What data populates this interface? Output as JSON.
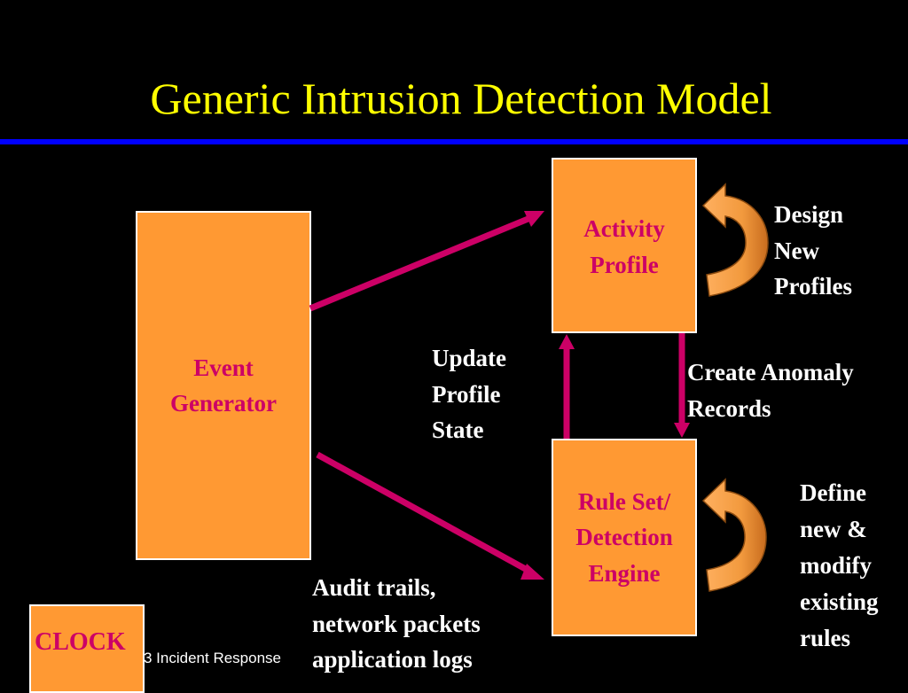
{
  "slide": {
    "title": "Generic Intrusion Detection Model",
    "footer": "3 Incident Response",
    "colors": {
      "background": "#000000",
      "title": "#FFFF00",
      "rule": "#0000FF",
      "box_fill": "#FF9933",
      "box_text": "#CC0066",
      "label_text": "#FFFFFF",
      "connector": "#CC0066"
    }
  },
  "nodes": {
    "event_generator": {
      "lines": [
        "Event",
        "Generator"
      ]
    },
    "activity_profile": {
      "lines": [
        "Activity",
        "Profile"
      ]
    },
    "rule_set": {
      "lines": [
        "Rule Set/",
        "Detection",
        "Engine"
      ]
    },
    "clock": {
      "label": "CLOCK"
    }
  },
  "labels": {
    "design": {
      "lines": [
        "Design",
        "New",
        "Profiles"
      ]
    },
    "update": {
      "lines": [
        "Update",
        "Profile",
        "State"
      ]
    },
    "anomaly": {
      "lines": [
        "Create Anomaly",
        "Records"
      ]
    },
    "define": {
      "lines": [
        "Define",
        "new &",
        "modify",
        "existing",
        "rules"
      ]
    },
    "audit": {
      "lines": [
        "Audit trails,",
        "network packets",
        "application logs"
      ]
    }
  }
}
